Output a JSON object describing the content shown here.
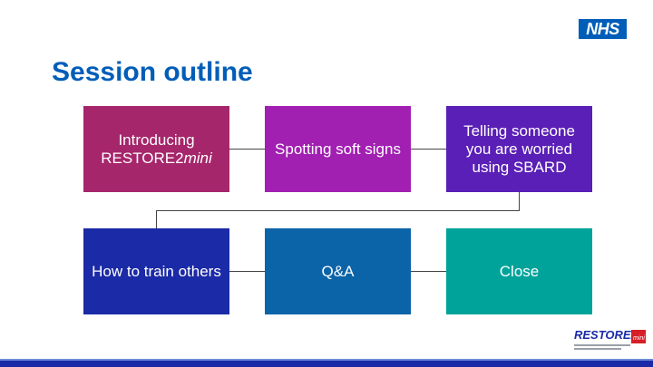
{
  "logo": {
    "text": "NHS"
  },
  "slide": {
    "title": "Session outline"
  },
  "boxes": [
    {
      "label": "Introducing RESTORE2",
      "label_suffix": "mini"
    },
    {
      "label": "Spotting soft signs"
    },
    {
      "label": "Telling someone you are worried using SBARD"
    },
    {
      "label": "How to train others"
    },
    {
      "label": "Q&A"
    },
    {
      "label": "Close"
    }
  ],
  "brand": {
    "name": "RESTORE2",
    "badge": "mini"
  },
  "colors": {
    "title": "#005eb8",
    "box1": "#a6266b",
    "box2": "#a11fb1",
    "box3": "#5a1fb6",
    "box4": "#1b2aa6",
    "box5": "#0b63a8",
    "box6": "#00a39a"
  }
}
